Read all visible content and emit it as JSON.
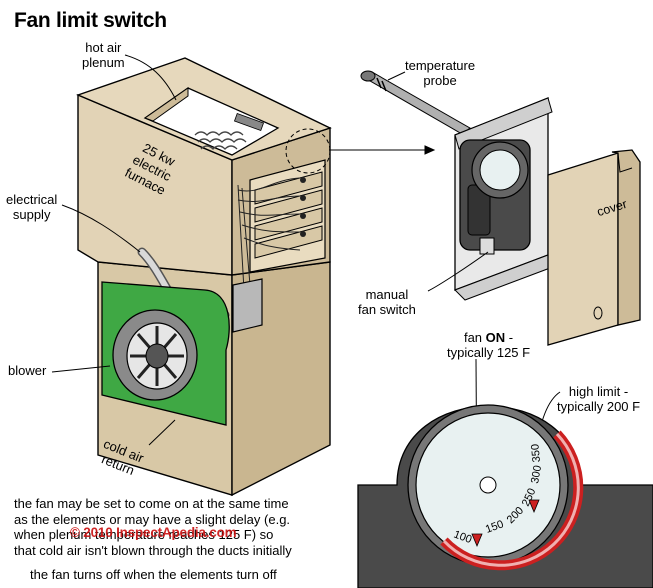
{
  "title": "Fan limit switch",
  "labels": {
    "hot_air_plenum_1": "hot air",
    "hot_air_plenum_2": "plenum",
    "furnace_1": "25 kw",
    "furnace_2": "electric",
    "furnace_3": "furnace",
    "electrical_supply_1": "electrical",
    "electrical_supply_2": "supply",
    "blower": "blower",
    "cold_air_return_1": "cold air",
    "cold_air_return_2": "return",
    "temperature_probe_1": "temperature",
    "temperature_probe_2": "probe",
    "cover": "cover",
    "manual_fan_switch_1": "manual",
    "manual_fan_switch_2": "fan switch",
    "fan_on_prefix": "fan ",
    "fan_on_bold": "ON",
    "fan_on_suffix": " -",
    "fan_on_2": "typically 125 F",
    "high_limit_1": "high limit -",
    "high_limit_2": "typically 200 F"
  },
  "dial_ticks": [
    "100",
    "150",
    "200",
    "250",
    "300",
    "350"
  ],
  "notes": {
    "line1": "the fan may be set to come on at the same time",
    "line2": "as the elements or may have a slight delay (e.g.",
    "line3": "when plenum temperature reaches 125 F) so",
    "line4": "that cold air isn't blown through the ducts initially",
    "line5": "the fan turns off when the elements turn off"
  },
  "copyright": "© 2010 InspectApedia.com",
  "colors": {
    "cabinet": "#e2d3b6",
    "cabinet_side": "#cdbb98",
    "blower_green": "#3fa844",
    "switch_dark": "#4a4a4a",
    "dial_face": "#e8f1f1",
    "dial_red": "#cc2020",
    "copyright_red": "#cc1010"
  }
}
